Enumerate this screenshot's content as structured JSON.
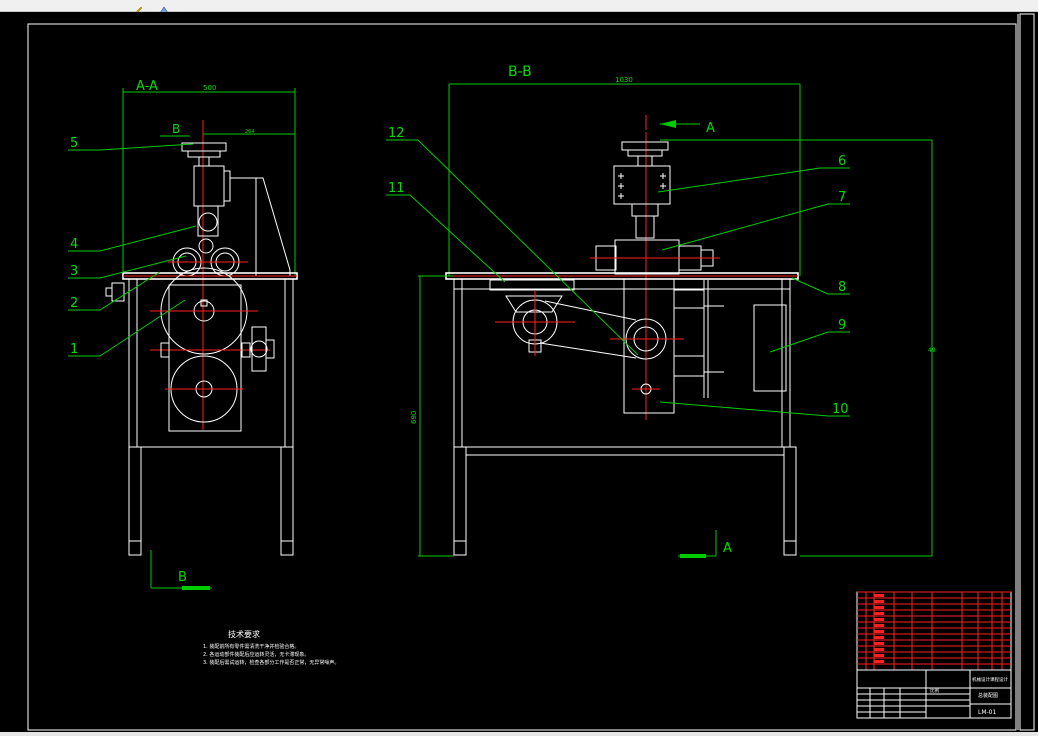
{
  "drawing": {
    "section_aa": "A-A",
    "section_bb": "B-B",
    "dim_width_left": "500",
    "dim_inner_left": "264",
    "dim_width_right": "1030",
    "dim_height": "690",
    "dim_right_vertical": "49",
    "cut_left": "B",
    "cut_right_top": "A",
    "cut_right_bottom": "A",
    "cut_bottom_left": "B",
    "part_labels": {
      "p1": "1",
      "p2": "2",
      "p3": "3",
      "p4": "4",
      "p5": "5",
      "p6": "6",
      "p7": "7",
      "p8": "8",
      "p9": "9",
      "p10": "10",
      "p11": "11",
      "p12": "12"
    }
  },
  "notes": {
    "title": "技术要求",
    "items": [
      "1. 装配前所有零件需清洗干净并检验合格。",
      "2. 各运动部件装配后应运转灵活，无卡滞现象。",
      "3. 装配后需试运转，检查各部分工作是否正常，无异常噪声。"
    ]
  },
  "title_block": {
    "school": "机械设计课程设计",
    "drawing_name": "总装配图",
    "drawing_no": "LM-01",
    "scale_label": "比例"
  },
  "colors": {
    "background": "#000000",
    "geometry": "#ffffff",
    "dimension": "#00cc00",
    "centerline": "#ff2020",
    "toolbar": "#f0f0f0"
  }
}
